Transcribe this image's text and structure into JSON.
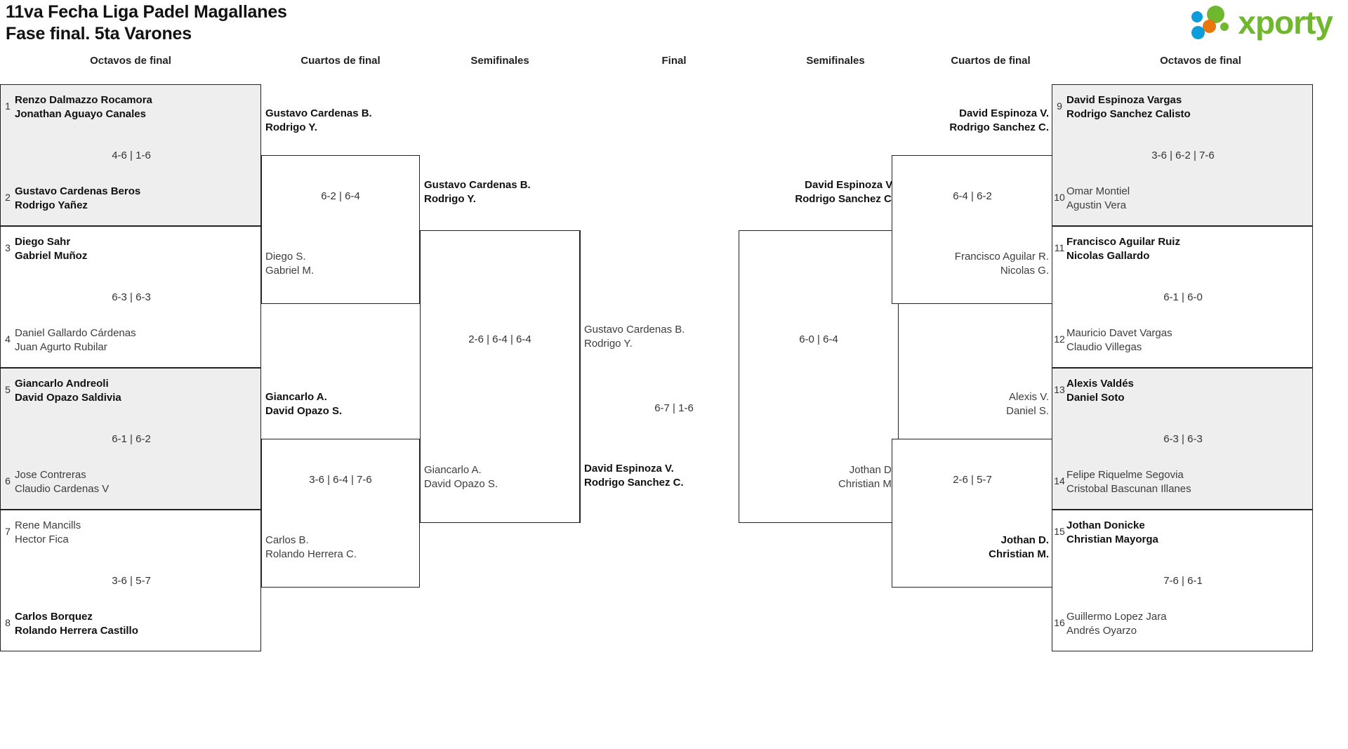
{
  "header": {
    "title_line1": "11va Fecha Liga Padel Magallanes",
    "title_line2": "Fase final. 5ta Varones",
    "logo_word": "xporty",
    "logo_colors": {
      "green": "#6fb72d",
      "blue": "#0d9ddb",
      "orange": "#e8770d"
    }
  },
  "round_labels": {
    "l_octavos": "Octavos de final",
    "l_cuartos": "Cuartos de final",
    "l_semis": "Semifinales",
    "final": "Final",
    "r_semis": "Semifinales",
    "r_cuartos": "Cuartos de final",
    "r_octavos": "Octavos de final"
  },
  "left_octavos": [
    {
      "seed": "1",
      "p1": "Renzo Dalmazzo Rocamora",
      "p2": "Jonathan Aguayo Canales",
      "result": "loser"
    },
    {
      "seed": "2",
      "p1": "Gustavo Cardenas Beros",
      "p2": "Rodrigo Yañez",
      "result": "winner",
      "score": "4-6 | 1-6"
    },
    {
      "seed": "3",
      "p1": "Diego Sahr",
      "p2": "Gabriel Muñoz",
      "result": "winner"
    },
    {
      "seed": "4",
      "p1": "Daniel Gallardo Cárdenas",
      "p2": "Juan Agurto Rubilar",
      "result": "loser",
      "score": "6-3 | 6-3"
    },
    {
      "seed": "5",
      "p1": "Giancarlo Andreoli",
      "p2": "David Opazo Saldivia",
      "result": "winner"
    },
    {
      "seed": "6",
      "p1": "Jose Contreras",
      "p2": "Claudio Cardenas V",
      "result": "loser",
      "score": "6-1 | 6-2"
    },
    {
      "seed": "7",
      "p1": "Rene Mancills",
      "p2": "Hector Fica",
      "result": "loser"
    },
    {
      "seed": "8",
      "p1": "Carlos Borquez",
      "p2": "Rolando Herrera Castillo",
      "result": "winner",
      "score": "3-6 | 5-7"
    }
  ],
  "left_cuartos": [
    {
      "p1": "Gustavo Cardenas B.",
      "p2": "Rodrigo Y.",
      "result": "winner"
    },
    {
      "p1": "Diego S.",
      "p2": "Gabriel M.",
      "result": "loser",
      "score": "6-2 | 6-4"
    },
    {
      "p1": "Giancarlo A.",
      "p2": "David Opazo S.",
      "result": "winner"
    },
    {
      "p1": "Carlos B.",
      "p2": "Rolando Herrera C.",
      "result": "loser",
      "score": "3-6 | 6-4 | 7-6"
    }
  ],
  "left_semis": [
    {
      "p1": "Gustavo Cardenas B.",
      "p2": "Rodrigo Y.",
      "result": "winner"
    },
    {
      "p1": "Giancarlo A.",
      "p2": "David Opazo S.",
      "result": "loser",
      "score": "2-6 | 6-4 | 6-4"
    }
  ],
  "final": [
    {
      "p1": "Gustavo Cardenas B.",
      "p2": "Rodrigo Y.",
      "result": "loser"
    },
    {
      "p1": "David Espinoza V.",
      "p2": "Rodrigo Sanchez C.",
      "result": "winner",
      "score": "6-7 | 1-6"
    }
  ],
  "right_semis": [
    {
      "p1": "David Espinoza V.",
      "p2": "Rodrigo Sanchez C.",
      "result": "winner"
    },
    {
      "p1": "Jothan D.",
      "p2": "Christian M.",
      "result": "loser",
      "score": "6-0 | 6-4"
    }
  ],
  "right_cuartos": [
    {
      "p1": "David Espinoza V.",
      "p2": "Rodrigo Sanchez C.",
      "result": "winner"
    },
    {
      "p1": "Francisco Aguilar R.",
      "p2": "Nicolas G.",
      "result": "loser",
      "score": "6-4 | 6-2"
    },
    {
      "p1": "Alexis V.",
      "p2": "Daniel S.",
      "result": "loser"
    },
    {
      "p1": "Jothan D.",
      "p2": "Christian M.",
      "result": "winner",
      "score": "2-6 | 5-7"
    }
  ],
  "right_octavos": [
    {
      "seed": "9",
      "p1": "David Espinoza Vargas",
      "p2": "Rodrigo Sanchez Calisto",
      "result": "winner"
    },
    {
      "seed": "10",
      "p1": "Omar Montiel",
      "p2": "Agustin Vera",
      "result": "loser",
      "score": "3-6 | 6-2 | 7-6"
    },
    {
      "seed": "11",
      "p1": "Francisco Aguilar Ruiz",
      "p2": "Nicolas Gallardo",
      "result": "winner"
    },
    {
      "seed": "12",
      "p1": "Mauricio Davet Vargas",
      "p2": "Claudio Villegas",
      "result": "loser",
      "score": "6-1 | 6-0"
    },
    {
      "seed": "13",
      "p1": "Alexis Valdés",
      "p2": "Daniel Soto",
      "result": "winner"
    },
    {
      "seed": "14",
      "p1": "Felipe Riquelme Segovia",
      "p2": "Cristobal Bascunan Illanes",
      "result": "loser",
      "score": "6-3 | 6-3"
    },
    {
      "seed": "15",
      "p1": "Jothan Donicke",
      "p2": "Christian Mayorga",
      "result": "winner"
    },
    {
      "seed": "16",
      "p1": "Guillermo Lopez Jara",
      "p2": "Andrés Oyarzo",
      "result": "loser",
      "score": "7-6 | 6-1"
    }
  ]
}
